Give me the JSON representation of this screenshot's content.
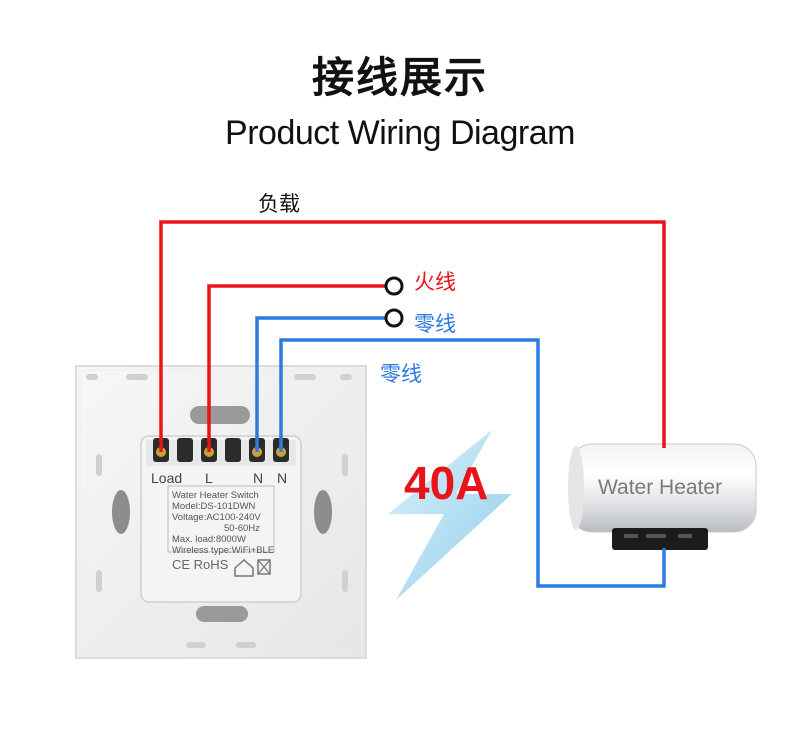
{
  "title_cn": "接线展示",
  "title_en": "Product Wiring Diagram",
  "labels": {
    "load": "负载",
    "live": "火线",
    "neutral_1": "零线",
    "neutral_2": "零线"
  },
  "rating": "40A",
  "terminals": [
    "Load",
    "L",
    "N",
    "N"
  ],
  "switch_plate": {
    "name": "Water Heater Switch",
    "model": "Model:DS-101DWN",
    "voltage": "Voltage:AC100-240V",
    "frequency": "50-60Hz",
    "max_load": "Max. load:8000W",
    "wireless": "Wireless type:WiFi+BLE",
    "certs": "CE RoHS"
  },
  "heater_label": "Water Heater",
  "colors": {
    "live_wire": "#e8141b",
    "neutral_wire": "#2b7be0",
    "bolt": "#8fd0ec"
  }
}
